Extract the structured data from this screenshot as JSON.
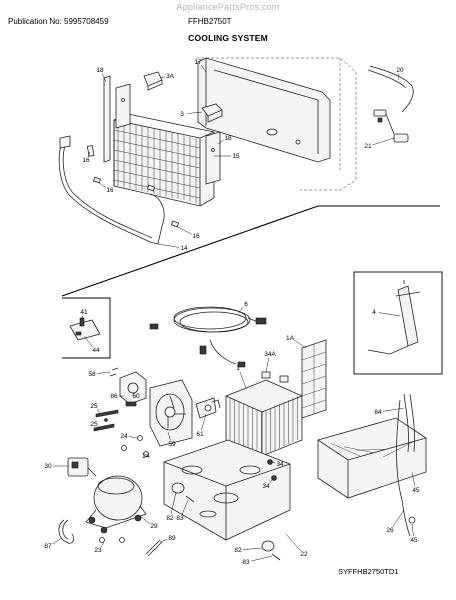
{
  "header": {
    "watermark": "AppliancePartsPros.com",
    "publication": "Publication No: 5995708459",
    "model": "FFHB2750T",
    "title": "COOLING SYSTEM"
  },
  "footer": {
    "code": "SYFFHB2750TD1"
  },
  "callouts": [
    {
      "id": "c-18-top",
      "text": "18"
    },
    {
      "id": "c-17",
      "text": "17"
    },
    {
      "id": "c-3a",
      "text": "3A"
    },
    {
      "id": "c-20",
      "text": "20"
    },
    {
      "id": "c-3",
      "text": "3"
    },
    {
      "id": "c-18-right",
      "text": "18"
    },
    {
      "id": "c-15",
      "text": "15"
    },
    {
      "id": "c-21",
      "text": "21"
    },
    {
      "id": "c-16-a",
      "text": "16"
    },
    {
      "id": "c-16-b",
      "text": "16"
    },
    {
      "id": "c-16-c",
      "text": "16"
    },
    {
      "id": "c-14",
      "text": "14"
    },
    {
      "id": "c-6",
      "text": "6"
    },
    {
      "id": "c-4",
      "text": "4"
    },
    {
      "id": "c-41",
      "text": "41"
    },
    {
      "id": "c-44",
      "text": "44"
    },
    {
      "id": "c-1a",
      "text": "1A"
    },
    {
      "id": "c-34a",
      "text": "34A"
    },
    {
      "id": "c-58",
      "text": "58"
    },
    {
      "id": "c-1",
      "text": "1"
    },
    {
      "id": "c-86",
      "text": "86"
    },
    {
      "id": "c-60",
      "text": "60"
    },
    {
      "id": "c-25-a",
      "text": "25"
    },
    {
      "id": "c-25-b",
      "text": "25"
    },
    {
      "id": "c-59",
      "text": "59"
    },
    {
      "id": "c-61",
      "text": "61"
    },
    {
      "id": "c-84",
      "text": "84"
    },
    {
      "id": "c-24-a",
      "text": "24"
    },
    {
      "id": "c-24-b",
      "text": "24"
    },
    {
      "id": "c-34-a",
      "text": "34"
    },
    {
      "id": "c-34-b",
      "text": "34"
    },
    {
      "id": "c-30",
      "text": "30"
    },
    {
      "id": "c-82-a",
      "text": "82"
    },
    {
      "id": "c-83-a",
      "text": "83"
    },
    {
      "id": "c-45-a",
      "text": "45"
    },
    {
      "id": "c-29",
      "text": "29"
    },
    {
      "id": "c-26",
      "text": "26"
    },
    {
      "id": "c-45-b",
      "text": "45"
    },
    {
      "id": "c-23",
      "text": "23"
    },
    {
      "id": "c-87",
      "text": "87"
    },
    {
      "id": "c-89",
      "text": "89"
    },
    {
      "id": "c-22",
      "text": "22"
    },
    {
      "id": "c-82-b",
      "text": "82"
    },
    {
      "id": "c-83-b",
      "text": "83"
    }
  ]
}
